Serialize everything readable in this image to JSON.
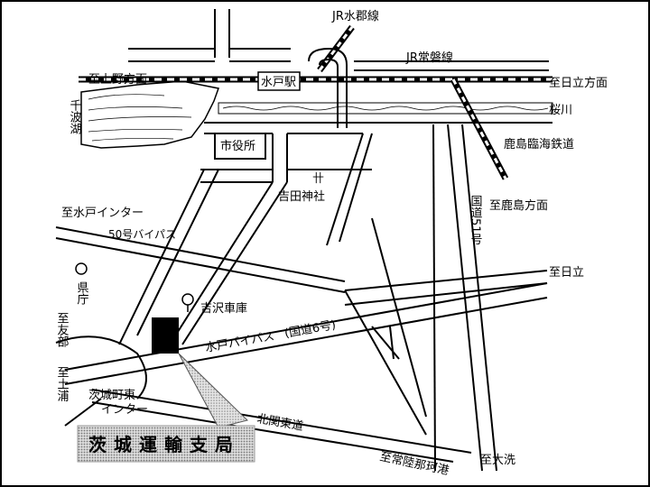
{
  "map": {
    "rail_lines": {
      "suigun": "JR水郡線",
      "joban": "JR常磐線",
      "kashima": "鹿島臨海鉄道"
    },
    "stations": {
      "mito": "水戸駅"
    },
    "landmarks": {
      "city_hall": "市役所",
      "shrine": "吉田神社",
      "shrine_symbol": "卄",
      "prefecture_office": "県庁",
      "yoshizawa_depot": "吉沢車庫",
      "lake": "千波湖",
      "river": "桜川",
      "ibaraki_ic": "茨城町東インター"
    },
    "roads": {
      "bypass50": "50号バイパス",
      "mito_bypass": "水戸バイパス",
      "mito_bypass_note": "(国道6号)",
      "route51": "国道51号",
      "kitakanto": "北関東道"
    },
    "directions": {
      "to_ueno": "至上野方面",
      "to_hitachi_top": "至日立方面",
      "to_mito_ic": "至水戸インター",
      "to_kashima": "至鹿島方面",
      "to_hitachi": "至日立",
      "to_tomobe": "至友部",
      "to_tsuchiura": "至土浦",
      "to_hitachinaka": "至常陸那珂港",
      "to_oarai": "至大洗"
    },
    "destination_label": "茨城運輸支局"
  }
}
